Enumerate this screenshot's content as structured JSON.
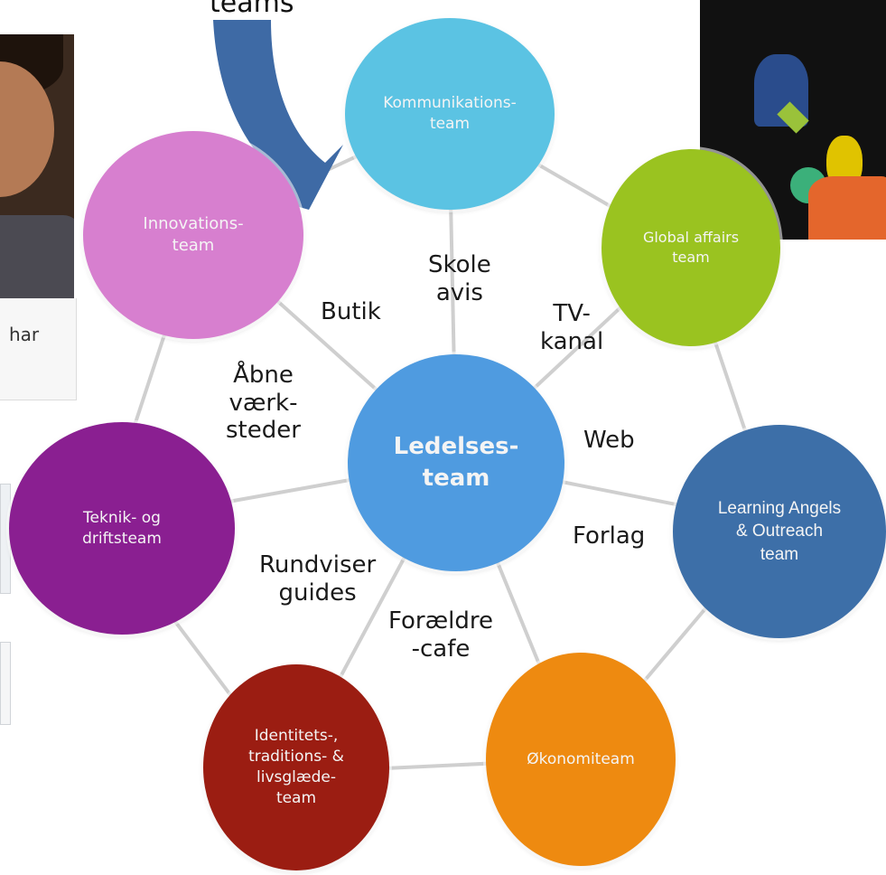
{
  "top_caption": "teams",
  "left_photo_caption": "har",
  "teams": {
    "communication": "Kommunikations-\nteam",
    "innovation": "Innovations-\nteam",
    "global_affairs": "Global affairs\nteam",
    "leadership": "Ledelses-\nteam",
    "tech_operations": "Teknik- og\ndriftsteam",
    "learning_angels": "Learning Angels\n& Outreach\nteam",
    "identity": "Identitets-,\ntraditions- &\nlivsglæde-\nteam",
    "economy": "Økonomiteam"
  },
  "connections": {
    "school_paper": "Skole\navis",
    "shop": "Butik",
    "tv_channel": "TV-\nkanal",
    "open_workshops": "Åbne\nværk-\nsteder",
    "web": "Web",
    "publisher": "Forlag",
    "guides": "Rundviser\nguides",
    "parent_cafe": "Forældre\n-cafe"
  },
  "colors": {
    "communication": "#5bc3e3",
    "innovation": "#d77fcf",
    "global_affairs": "#9ac320",
    "leadership": "#4f9be0",
    "tech_operations": "#8a1f91",
    "learning_angels": "#3d6fa8",
    "identity": "#9b1d12",
    "economy": "#ee8a10",
    "arrow": "#3e6aa5"
  }
}
